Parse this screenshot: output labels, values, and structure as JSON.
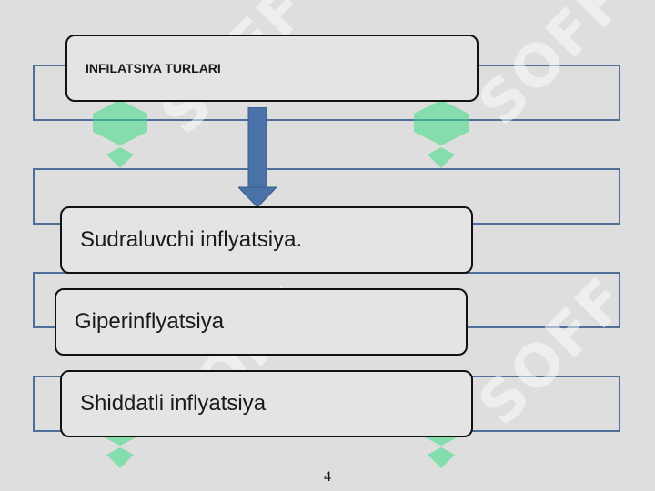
{
  "diagram": {
    "title": "INFILATSIYA TURLARI",
    "items": [
      "Sudraluvchi inflyatsiya.",
      "Giperinflyatsiya",
      "Shiddatli inflyatsiya"
    ]
  },
  "watermark": {
    "text": "SOFF",
    "icon": "soff-logo-icon",
    "color": "#3ddc84"
  },
  "colors": {
    "band_border": "#4f6f98",
    "arrow": "#4a72a8",
    "background": "#dedede"
  },
  "footer": {
    "page_number": "4"
  }
}
